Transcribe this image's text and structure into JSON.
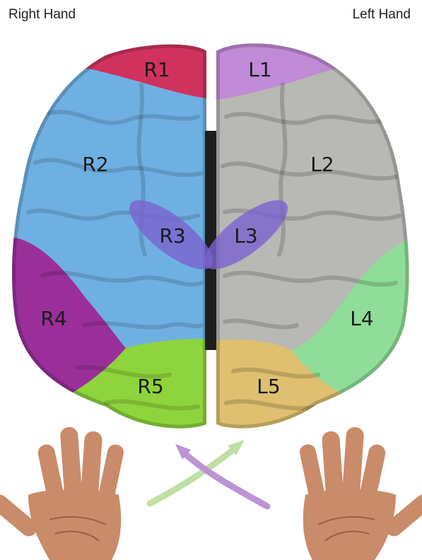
{
  "headers": {
    "right_hand": "Right Hand",
    "left_hand": "Left Hand"
  },
  "regions": {
    "R1": {
      "label": "R1",
      "color": "#d0325e"
    },
    "R2": {
      "label": "R2",
      "color": "#6fb0e2"
    },
    "R3": {
      "label": "R3",
      "color": "#7a63cf"
    },
    "R4": {
      "label": "R4",
      "color": "#9a2f9a"
    },
    "R5": {
      "label": "R5",
      "color": "#8ed43c"
    },
    "L1": {
      "label": "L1",
      "color": "#c08ad6"
    },
    "L2": {
      "label": "L2",
      "color": "#b8b8b4"
    },
    "L3": {
      "label": "L3",
      "color": "#7a63cf"
    },
    "L4": {
      "label": "L4",
      "color": "#8fdd98"
    },
    "L5": {
      "label": "L5",
      "color": "#dfc070"
    }
  },
  "arrows": {
    "to_right_hemisphere": {
      "color": "#bb94d4"
    },
    "to_left_hemisphere": {
      "color": "#bfe0a4"
    }
  },
  "hands": {
    "skin_color": "#c98b6a",
    "palm_line_color": "#9a5e45"
  }
}
